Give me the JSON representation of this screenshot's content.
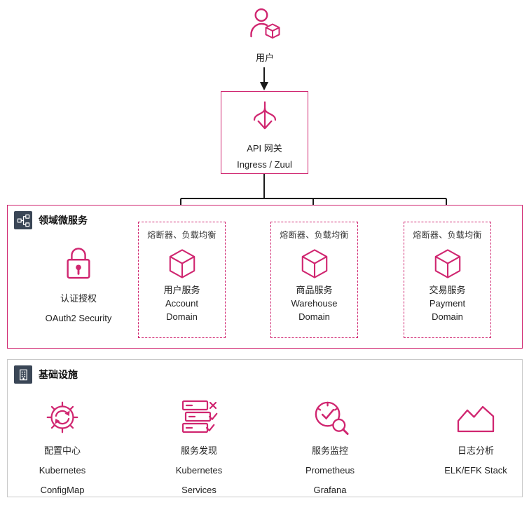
{
  "colors": {
    "accent": "#d02670",
    "badge_background": "#3a4656",
    "arrow": "#1a1a1a",
    "infra_border": "#c9c9c9"
  },
  "user": {
    "label": "用户",
    "icon": "user-with-box-icon"
  },
  "gateway": {
    "title": "API 网关",
    "subtitle": "Ingress / Zuul",
    "icon": "branch-arrow-icon"
  },
  "domain_section": {
    "title": "领域微服务",
    "badge_icon": "microservices-icon",
    "auth": {
      "title": "认证授权",
      "subtitle": "OAuth2 Security",
      "icon": "lock-icon"
    },
    "services": [
      {
        "header": "熔断器、负载均衡",
        "name": "用户服务",
        "domain_line1": "Account",
        "domain_line2": "Domain",
        "icon": "cube-icon"
      },
      {
        "header": "熔断器、负载均衡",
        "name": "商品服务",
        "domain_line1": "Warehouse",
        "domain_line2": "Domain",
        "icon": "cube-icon"
      },
      {
        "header": "熔断器、负载均衡",
        "name": "交易服务",
        "domain_line1": "Payment",
        "domain_line2": "Domain",
        "icon": "cube-icon"
      }
    ]
  },
  "infra_section": {
    "title": "基础设施",
    "badge_icon": "building-icon",
    "items": [
      {
        "name": "配置中心",
        "line2": "Kubernetes",
        "line3": "ConfigMap",
        "icon": "config-gear-icon"
      },
      {
        "name": "服务发现",
        "line2": "Kubernetes",
        "line3": "Services",
        "icon": "service-discovery-icon"
      },
      {
        "name": "服务监控",
        "line2": "Prometheus",
        "line3": "Grafana",
        "icon": "monitoring-icon"
      },
      {
        "name": "日志分析",
        "line2": "ELK/EFK Stack",
        "line3": "",
        "icon": "log-analysis-icon"
      }
    ]
  }
}
